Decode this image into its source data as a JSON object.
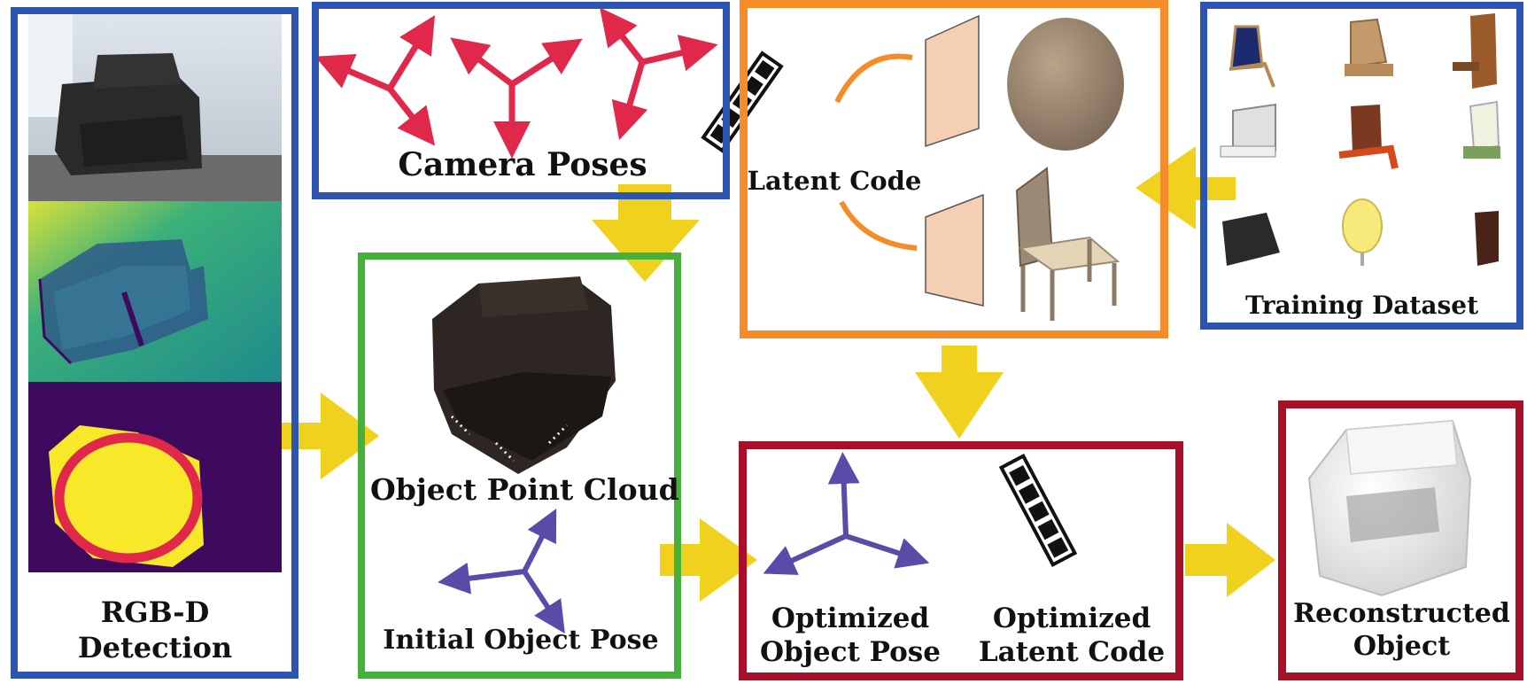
{
  "labels": {
    "rgbd_line1": "RGB-D",
    "rgbd_line2": "Detection",
    "camera_poses": "Camera Poses",
    "latent_code": "Latent Code",
    "training_dataset": "Training Dataset",
    "object_point_cloud": "Object Point Cloud",
    "initial_object_pose": "Initial Object Pose",
    "optimized_pose_line1": "Optimized",
    "optimized_pose_line2": "Object Pose",
    "optimized_latent_line1": "Optimized",
    "optimized_latent_line2": "Latent Code",
    "reconstructed_line1": "Reconstructed",
    "reconstructed_line2": "Object"
  },
  "colors": {
    "blue_frame": "#2b55b0",
    "orange_frame": "#f58c28",
    "green_frame": "#45b03c",
    "red_frame": "#a8102a",
    "arrow_yellow": "#f0d21e",
    "camera_pose_red": "#e0284a",
    "object_pose_purple": "#5b4aa8",
    "depth_purple": "#3d0a5e",
    "mask_yellow": "#f7e82a"
  },
  "icons": [
    "camera-pose-icon",
    "latent-code-icon",
    "object-pose-icon",
    "flow-arrow-icon"
  ]
}
